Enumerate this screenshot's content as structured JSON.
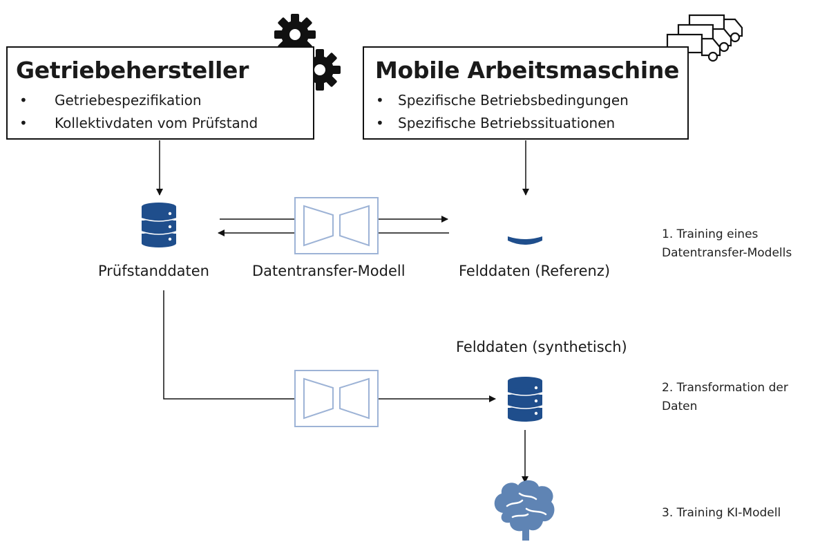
{
  "manufacturer": {
    "title": "Getriebehersteller",
    "bullets": [
      "Getriebespezifikation",
      "Kollektivdaten vom Prüfstand"
    ]
  },
  "machine": {
    "title": "Mobile Arbeitsmaschine",
    "bullets": [
      "Spezifische Betriebsbedingungen",
      "Spezifische Betriebssituationen"
    ]
  },
  "labels": {
    "test_bench_data": "Prüfstanddaten",
    "transfer_model": "Datentransfer-Modell",
    "field_data_reference": "Felddaten (Referenz)",
    "field_data_synthetic": "Felddaten (synthetisch)"
  },
  "steps": [
    {
      "line1": "1. Training eines",
      "line2": "Datentransfer-Modells"
    },
    {
      "line1": "2. Transformation der",
      "line2": "Daten"
    },
    {
      "line1": "3. Training KI-Modell",
      "line2": ""
    }
  ],
  "bullet_char": "•",
  "colors": {
    "database": "#1f4e8c",
    "model_outline": "#9db3d6",
    "brain": "#5f84b4",
    "line": "#111111"
  },
  "icons": [
    "gears-icon",
    "trucks-icon",
    "database-icon",
    "database-partial-icon",
    "autoencoder-icon",
    "brain-icon"
  ]
}
